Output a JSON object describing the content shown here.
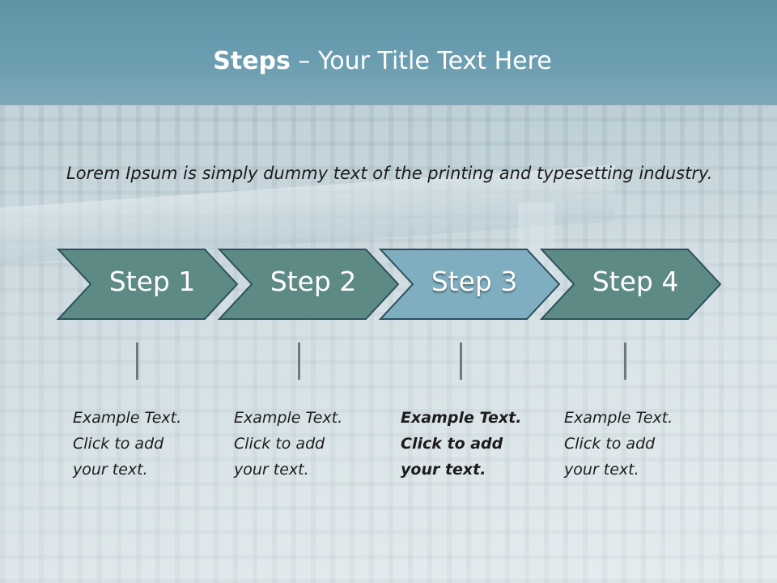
{
  "slide": {
    "title_strong": "Steps",
    "title_rest": " – Your Title Text Here",
    "intro": "Lorem Ipsum is simply dummy text of the printing and typesetting industry."
  },
  "steps": [
    {
      "label": "Step 1",
      "active": false,
      "text": [
        "Example Text.",
        "Click  to add",
        "your text."
      ]
    },
    {
      "label": "Step 2",
      "active": false,
      "text": [
        "Example Text.",
        "Click  to add",
        "your text."
      ]
    },
    {
      "label": "Step 3",
      "active": true,
      "text": [
        "Example Text.",
        "Click  to add",
        "your text."
      ]
    },
    {
      "label": "Step 4",
      "active": false,
      "text": [
        "Example Text.",
        "Click  to add",
        "your text."
      ]
    }
  ],
  "colors": {
    "header": "#6b9eb0",
    "chevron_fill": "#5e8a86",
    "chevron_active_fill": "#7eaec0",
    "chevron_stroke": "#2f4f5c"
  }
}
